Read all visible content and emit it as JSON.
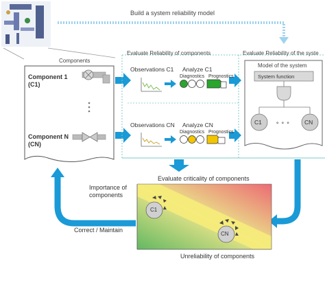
{
  "top_caption": "Build a system reliability model",
  "components_panel": {
    "title": "Components",
    "items": [
      {
        "name": "Component 1",
        "code": "(C1)"
      },
      {
        "name": "Component N",
        "code": "(CN)"
      }
    ]
  },
  "evaluate_components": {
    "title": "Evaluate Reliability of components",
    "rows": [
      {
        "observations": "Observations C1",
        "analyze": "Analyze C1",
        "diagnostics": "Diagnostics",
        "prognostics": "Prognostics"
      },
      {
        "observations": "Observations CN",
        "analyze": "Analyze CN",
        "diagnostics": "Diagnostics",
        "prognostics": "Prognostics"
      }
    ]
  },
  "evaluate_system": {
    "title": "Evaluate Reliability of the syste",
    "model_title": "Model of the system",
    "system_function": "System function",
    "node_left": "C1",
    "node_right": "CN",
    "ellipsis": "∘ ∘ ∘"
  },
  "criticality": {
    "title": "Evaluate criticality of components",
    "y_label_line1": "Importance of",
    "y_label_line2": "components",
    "x_label": "Unreliability of components",
    "marker_c1": "C1",
    "marker_cn": "CN"
  },
  "feedback_label": "Correct / Maintain",
  "colors": {
    "blue_arrow": "#1a9ad6",
    "green_zone": "#7fc67a",
    "yellow_zone": "#f6ec7a",
    "red_zone": "#ee6b73",
    "dot_green": "#2aa52e",
    "dot_yellow": "#f2c500"
  }
}
